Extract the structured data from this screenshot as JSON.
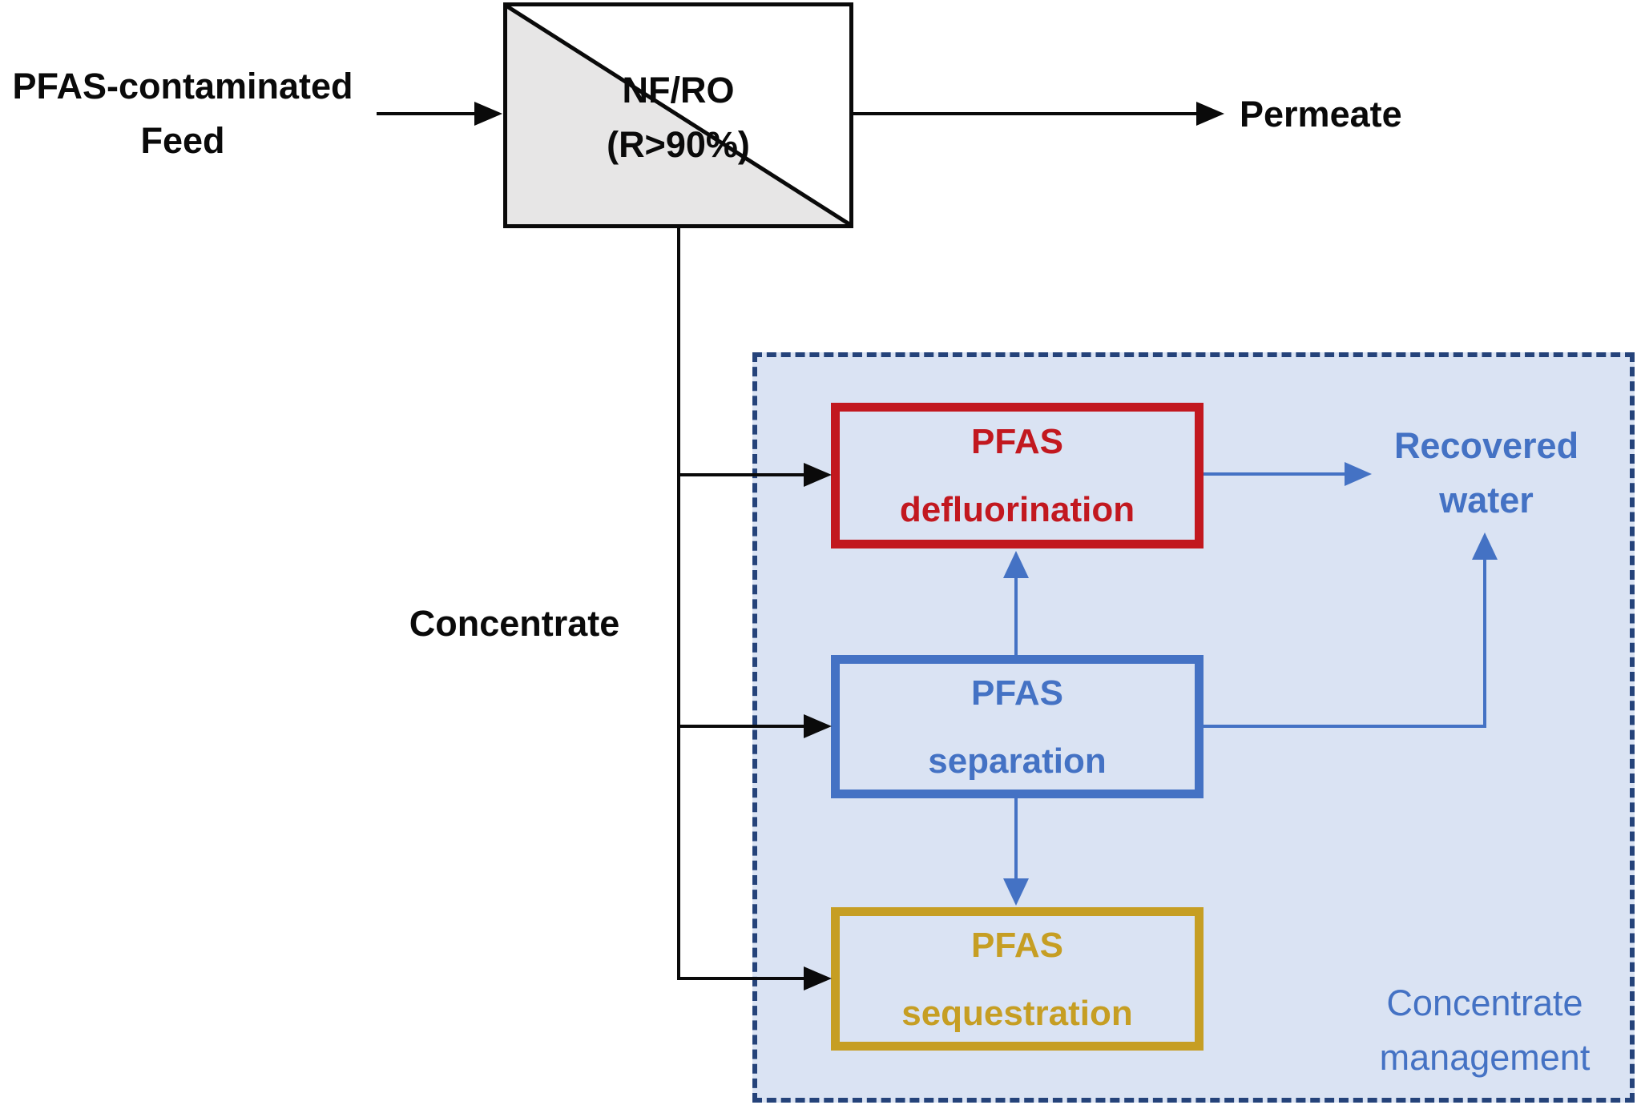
{
  "colors": {
    "accent_blue": "#4472C4",
    "dark_navy": "#25437A",
    "red": "#C2181F",
    "gold": "#C69E23",
    "container_fill": "#DAE3F3",
    "gray_fill": "#E7E6E6",
    "black": "#0A0A0A"
  },
  "nodes": {
    "feed": {
      "line1": "PFAS-contaminated",
      "line2": "Feed"
    },
    "membrane": {
      "line1": "NF/RO",
      "line2": "(R>90%)"
    },
    "permeate": {
      "label": "Permeate"
    },
    "concentrate": {
      "label": "Concentrate"
    },
    "defluorination": {
      "line1": "PFAS",
      "line2": "defluorination"
    },
    "separation": {
      "line1": "PFAS",
      "line2": "separation"
    },
    "sequestration": {
      "line1": "PFAS",
      "line2": "sequestration"
    },
    "recovered_water": {
      "line1": "Recovered",
      "line2": "water"
    },
    "container_label": {
      "line1": "Concentrate",
      "line2": "management"
    }
  }
}
